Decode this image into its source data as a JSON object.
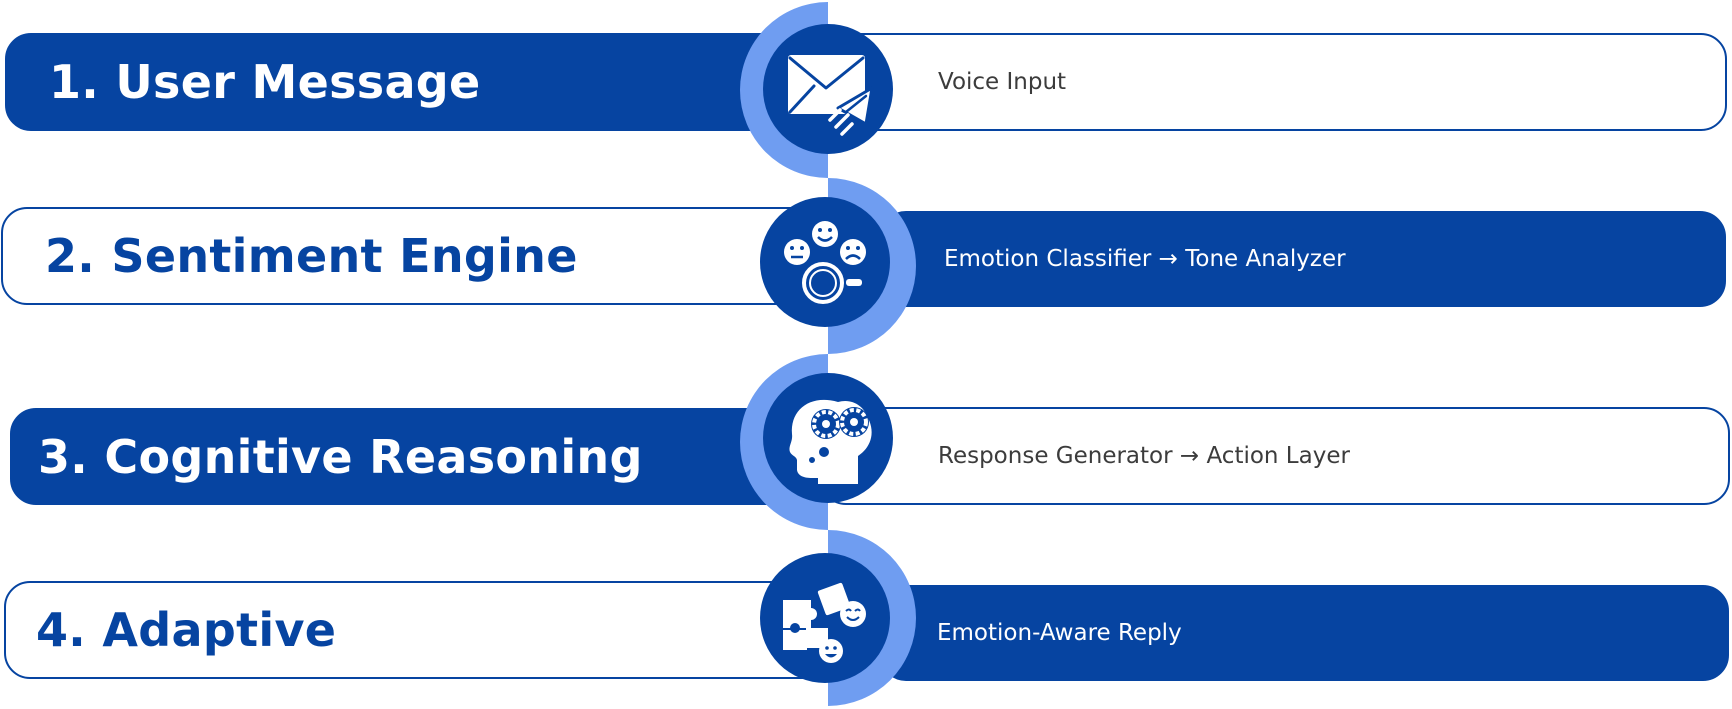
{
  "steps": [
    {
      "title": "1. User Message",
      "detail": "Voice Input",
      "icon": "envelope-send-icon"
    },
    {
      "title": "2. Sentiment Engine",
      "detail": "Emotion Classifier → Tone Analyzer",
      "icon": "emotion-analysis-icon"
    },
    {
      "title": "3. Cognitive Reasoning",
      "detail": "Response Generator → Action Layer",
      "icon": "head-gears-icon"
    },
    {
      "title": "4. Adaptive",
      "detail": "Emotion-Aware Reply",
      "icon": "puzzle-emoji-icon"
    }
  ],
  "colors": {
    "primary": "#0644a1",
    "accent": "#6f9df1",
    "text_dark": "#3c3c3c",
    "background": "#ffffff"
  }
}
